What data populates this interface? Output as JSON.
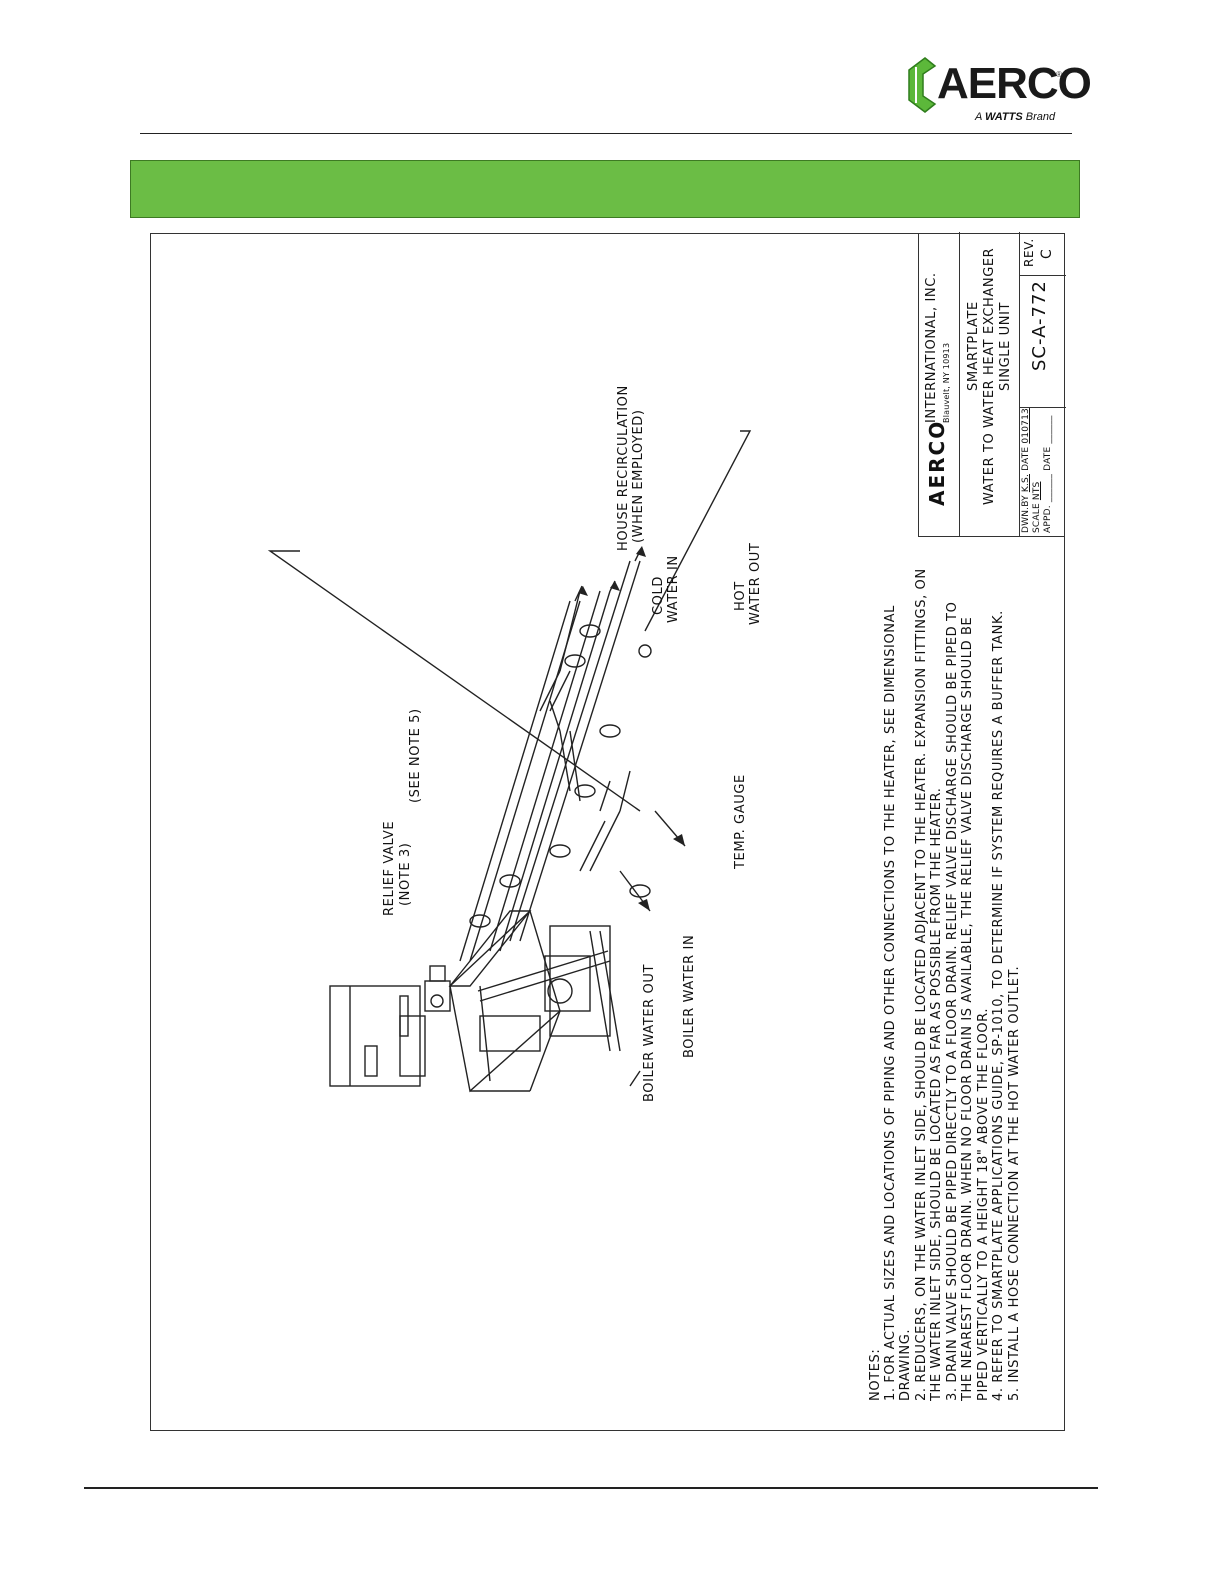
{
  "header": {
    "brand": "AERCO",
    "registered": "®",
    "tagline_prefix": "A",
    "tagline_brand": "WATTS",
    "tagline_suffix": "Brand"
  },
  "colors": {
    "green_bar": "#6bbd45",
    "logo_green": "#5cb83a",
    "ink": "#111111"
  },
  "drawing": {
    "callouts": {
      "relief_valve": "RELIEF VALVE",
      "relief_valve_note": "(NOTE 3)",
      "see_note": "(SEE NOTE 5)",
      "house_recirc": "HOUSE RECIRCULATION",
      "house_recirc_sub": "(WHEN EMPLOYED)",
      "cold": "COLD",
      "water_in": "WATER IN",
      "hot": "HOT",
      "water_out": "WATER OUT",
      "temp_gauge": "TEMP. GAUGE",
      "boiler_out": "BOILER WATER OUT",
      "boiler_in": "BOILER WATER IN"
    },
    "notes": {
      "heading": "NOTES:",
      "lines": [
        "1. FOR ACTUAL SIZES AND LOCATIONS OF PIPING AND OTHER CONNECTIONS TO THE HEATER, SEE DIMENSIONAL",
        "    DRAWING.",
        "2. REDUCERS, ON THE WATER INLET SIDE, SHOULD BE LOCATED ADJACENT TO THE HEATER. EXPANSION FITTINGS, ON",
        "    THE  WATER INLET SIDE, SHOULD BE LOCATED AS FAR AS POSSIBLE  FROM THE HEATER.",
        "3. DRAIN VALVE SHOULD BE PIPED DIRECTLY TO A FLOOR DRAIN. RELIEF VALVE DISCHARGE SHOULD BE PIPED TO",
        "    THE NEAREST FLOOR DRAIN.  WHEN NO FLOOR DRAIN IS AVAILABLE, THE RELIEF VALVE DISCHARGE SHOULD BE",
        "    PIPED VERTICALLY TO A HEIGHT 18\" ABOVE THE FLOOR.",
        "4. REFER TO SMARTPLATE APPLICATIONS GUIDE, SP-1010, TO DETERMINE IF SYSTEM REQUIRES A BUFFER TANK.",
        "5. INSTALL A HOSE CONNECTION AT THE HOT WATER OUTLET."
      ]
    },
    "title_block": {
      "company_logo": "AERCO",
      "company": "INTERNATIONAL, INC.",
      "location": "Blauvelt, NY 10913",
      "title_line1": "SMARTPLATE",
      "title_line2": "WATER TO WATER HEAT EXCHANGER",
      "title_line3": "SINGLE UNIT",
      "dwn_by_label": "DWN.BY",
      "dwn_by": "K.S.",
      "date_label": "DATE",
      "date": "010713",
      "scale_label": "SCALE",
      "scale": "NTS",
      "appd_label": "APPD.",
      "drawing_no": "SC-A-772",
      "rev_label": "REV.",
      "rev": "C"
    }
  }
}
